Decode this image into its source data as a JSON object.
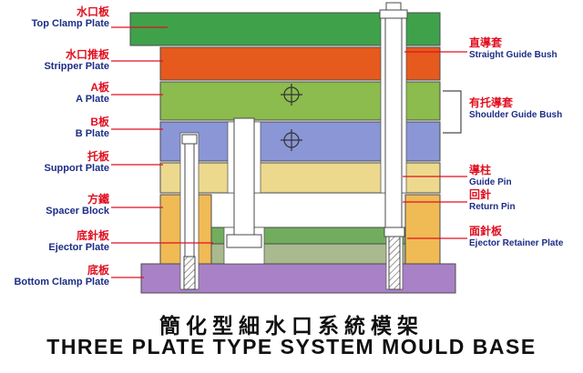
{
  "diagram": {
    "left_labels": [
      {
        "zh": "水口板",
        "en": "Top Clamp Plate"
      },
      {
        "zh": "水口推板",
        "en": "Stripper Plate"
      },
      {
        "zh": "A板",
        "en": "A Plate"
      },
      {
        "zh": "B板",
        "en": "B Plate"
      },
      {
        "zh": "托板",
        "en": "Support Plate"
      },
      {
        "zh": "方鐵",
        "en": "Spacer Block"
      },
      {
        "zh": "底針板",
        "en": "Ejector Plate"
      },
      {
        "zh": "底板",
        "en": "Bottom Clamp Plate"
      }
    ],
    "right_labels": [
      {
        "zh": "直導套",
        "en": "Straight Guide Bush"
      },
      {
        "zh": "有托導套",
        "en": "Shoulder Guide Bush"
      },
      {
        "zh": "導柱",
        "en": "Guide Pin"
      },
      {
        "zh": "回針",
        "en": "Return Pin"
      },
      {
        "zh": "面針板",
        "en": "Ejector Retainer Plate"
      }
    ]
  },
  "title": {
    "zh": "簡化型細水口系統模架",
    "en": "THREE PLATE TYPE SYSTEM MOULD BASE"
  },
  "colors": {
    "leader": "#e01020",
    "label_zh": "#e01020",
    "label_en": "#1c2d86",
    "title": "#101010",
    "outline": "#4a4a4a",
    "pin_fill": "#ffffff",
    "top_clamp": "#3fa24b",
    "stripper": "#e65a1e",
    "a_plate": "#8cbb4e",
    "b_plate": "#8a96d6",
    "support": "#ecd98e",
    "spacer": "#f0ba55",
    "retainer": "#72ad5f",
    "ejector": "#a9ba8e",
    "bottom_clamp": "#a981c6"
  }
}
